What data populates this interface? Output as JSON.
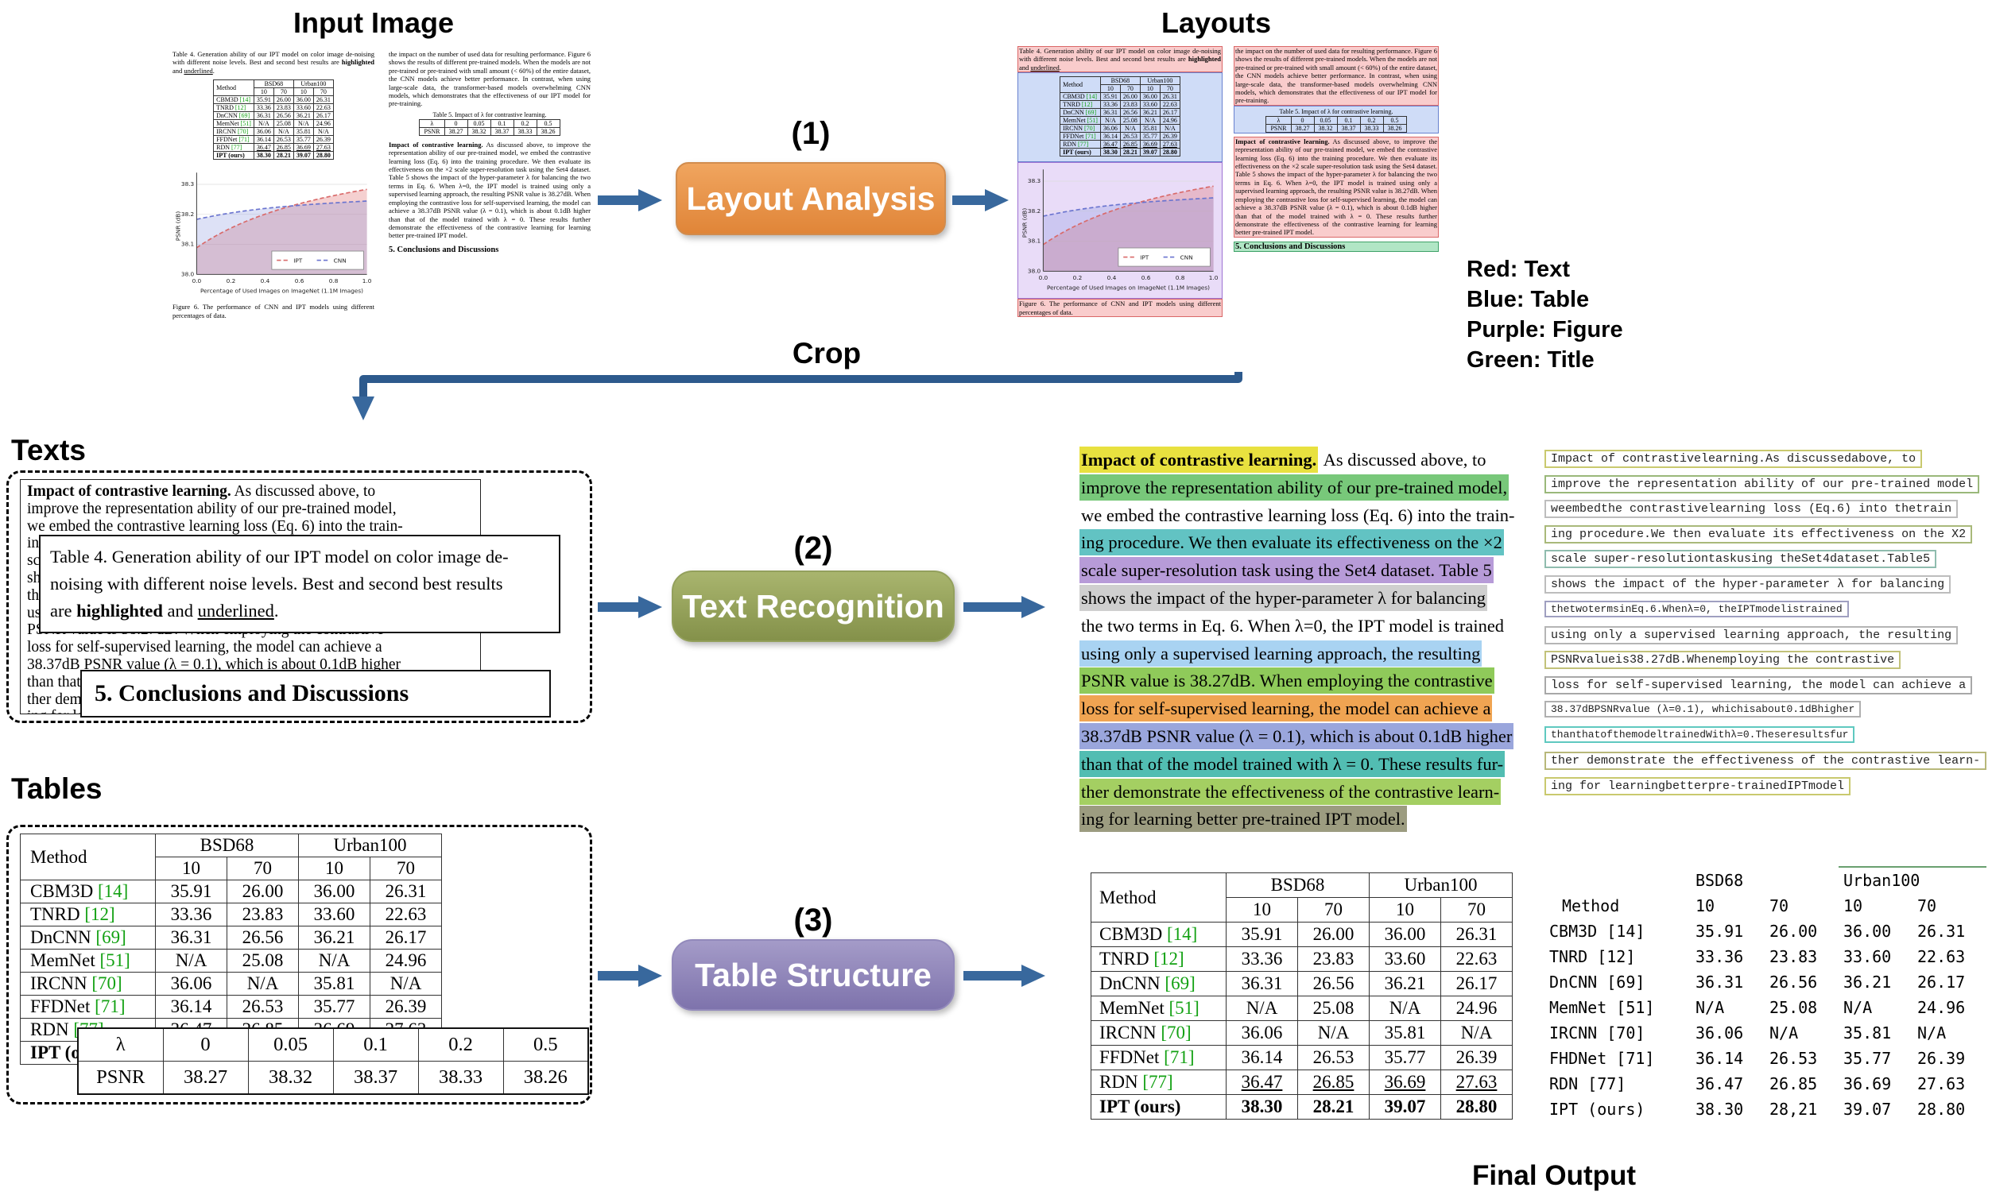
{
  "titles": {
    "input": "Input Image",
    "layouts": "Layouts",
    "texts": "Texts",
    "tables": "Tables",
    "crop": "Crop",
    "final_output": "Final Output"
  },
  "steps": {
    "s1": {
      "num": "(1)",
      "label": "Layout Analysis"
    },
    "s2": {
      "num": "(2)",
      "label": "Text Recognition"
    },
    "s3": {
      "num": "(3)",
      "label": "Table Structure"
    }
  },
  "legend": [
    "Red: Text",
    "Blue: Table",
    "Purple: Figure",
    "Green: Title"
  ],
  "colors": {
    "step1_button": "#e8923f",
    "step2_button": "#8e9c52",
    "step3_button": "#897daf",
    "arrow": "#38689d",
    "layout_text": "#e57373",
    "layout_table": "#6f92dd",
    "layout_figure": "#a77fd4",
    "layout_title": "#5cb87f",
    "ref_green": "#13a113"
  },
  "doc": {
    "cap_pre": "Table 4. Generation ability of our IPT model on color image de-noising with different noise levels.  Best and second best results are ",
    "cap_lines": {
      "l1": "Table 4. Generation ability of our IPT model on color image de-",
      "l2": "noising with different noise levels.  Best and second best results",
      "l3a": "are ",
      "l3b": "highlighted",
      "l3c": " and ",
      "l3d": "underlined",
      "l3e": "."
    },
    "t4": {
      "method_h": "Method",
      "g1": "BSD68",
      "g2": "Urban100",
      "sub": [
        "10",
        "70",
        "10",
        "70"
      ],
      "rows": [
        {
          "m": "CBM3D",
          "ref": "[14]",
          "v": [
            "35.91",
            "26.00",
            "36.00",
            "26.31"
          ],
          "cls": ""
        },
        {
          "m": "TNRD",
          "ref": "[12]",
          "v": [
            "33.36",
            "23.83",
            "33.60",
            "22.63"
          ],
          "cls": ""
        },
        {
          "m": "DnCNN",
          "ref": "[69]",
          "v": [
            "36.31",
            "26.56",
            "36.21",
            "26.17"
          ],
          "cls": ""
        },
        {
          "m": "MemNet",
          "ref": "[51]",
          "v": [
            "N/A",
            "25.08",
            "N/A",
            "24.96"
          ],
          "cls": ""
        },
        {
          "m": "IRCNN",
          "ref": "[70]",
          "v": [
            "36.06",
            "N/A",
            "35.81",
            "N/A"
          ],
          "cls": ""
        },
        {
          "m": "FFDNet",
          "ref": "[71]",
          "v": [
            "36.14",
            "26.53",
            "35.77",
            "26.39"
          ],
          "cls": ""
        },
        {
          "m": "RDN",
          "ref": "[77]",
          "v": [
            "36.47",
            "26.85",
            "36.69",
            "27.63"
          ],
          "cls": "u"
        },
        {
          "m": "IPT (ours)",
          "ref": "",
          "v": [
            "38.30",
            "28.21",
            "39.07",
            "28.80"
          ],
          "cls": "b"
        }
      ]
    },
    "t5cap": "Table 5. Impact of λ for contrastive learning.",
    "t5": {
      "r1": [
        "λ",
        "0",
        "0.05",
        "0.1",
        "0.2",
        "0.5"
      ],
      "r2": [
        "PSNR",
        "38.27",
        "38.32",
        "38.37",
        "38.33",
        "38.26"
      ]
    },
    "para_right": "the impact on the number of used data for resulting performance. Figure 6 shows the results of different pre-trained models. When the models are not pre-trained or pre-trained with small amount (< 60%) of the entire dataset, the CNN models achieve better performance. In contrast, when using large-scale data, the transformer-based models overwhelming CNN models, which demonstrates that the effectiveness of our IPT model for pre-training.",
    "impact_bold": "Impact of contrastive learning.",
    "impact_rest": " As discussed above, to improve the representation ability of our pre-trained model, we embed the contrastive learning loss (Eq. 6) into the training procedure. We then evaluate its effectiveness on the ×2 scale super-resolution task using the Set4 dataset. Table 5 shows the impact of the hyper-parameter λ for balancing the two terms in Eq. 6. When λ=0, the IPT model is trained using only a supervised learning approach, the resulting PSNR value is 38.27dB. When employing the contrastive loss for self-supervised learning, the model can achieve a 38.37dB PSNR value (λ = 0.1), which is about 0.1dB higher than that of the model trained with λ = 0. These results further demonstrate the effectiveness of the contrastive learning for learning better pre-trained IPT model.",
    "conclusions": "5. Conclusions and Discussions",
    "fig": {
      "caption": "Figure 6. The performance of CNN and IPT models using different percentages of data.",
      "ylabel": "PSNR (dB)",
      "xlabel": "Percentage of Used Images on ImageNet (1.1M Images)",
      "yticks": [
        "38.3",
        "38.2",
        "38.1",
        "38.0"
      ],
      "xticks": [
        "0.0",
        "0.2",
        "0.4",
        "0.6",
        "0.8",
        "1.0"
      ],
      "legend": [
        "IPT",
        "CNN"
      ]
    }
  },
  "rec_lines": [
    {
      "b": "Impact of contrastive learning.",
      "t": " As discussed above, to",
      "hl": "#e8e13f",
      "hl2": ""
    },
    {
      "b": "",
      "t": "improve the representation ability of our pre-trained model,",
      "hl": "",
      "hl2": "#78c87a"
    },
    {
      "b": "",
      "t": "we embed the contrastive learning loss (Eq. 6) into the train-",
      "hl": "",
      "hl2": ""
    },
    {
      "b": "",
      "t": "ing procedure. We then evaluate its effectiveness on the ×2",
      "hl": "",
      "hl2": "#62c3c3"
    },
    {
      "b": "",
      "t": "scale super-resolution task using the Set4 dataset.  Table 5",
      "hl": "",
      "hl2": "#b79bd8"
    },
    {
      "b": "",
      "t": "shows the impact of the hyper-parameter λ for balancing",
      "hl": "",
      "hl2": "#cfcfcf"
    },
    {
      "b": "",
      "t": "the two terms in Eq. 6. When λ=0, the IPT model is trained",
      "hl": "",
      "hl2": ""
    },
    {
      "b": "",
      "t": "using only a supervised learning approach, the resulting",
      "hl": "",
      "hl2": "#a9d3f2"
    },
    {
      "b": "",
      "t": "PSNR value is 38.27dB. When employing the contrastive",
      "hl": "",
      "hl2": "#8fca5a"
    },
    {
      "b": "",
      "t": "loss for self-supervised learning, the model can achieve a",
      "hl": "",
      "hl2": "#f0a452"
    },
    {
      "b": "",
      "t": "38.37dB PSNR value (λ = 0.1), which is about 0.1dB higher",
      "hl": "",
      "hl2": "#9aa6dc"
    },
    {
      "b": "",
      "t": "than that of the model trained with λ = 0. These results fur-",
      "hl": "",
      "hl2": "#52bdb2"
    },
    {
      "b": "",
      "t": "ther demonstrate the effectiveness of the contrastive learn-",
      "hl": "",
      "hl2": "#a4cf62"
    },
    {
      "b": "",
      "t": "ing for learning better pre-trained IPT model.",
      "hl": "",
      "hl2": "#9c9c80"
    }
  ],
  "ocr_lines": [
    {
      "t": "Impact of contrastivelearning.As discussedabove, to",
      "c": "#c9c96e"
    },
    {
      "t": "improve the representation ability of our pre-trained model",
      "c": "#9ab87a"
    },
    {
      "t": "weembedthe contrastivelearning loss (Eq.6) into thetrain",
      "c": "#bdbdbd"
    },
    {
      "t": "ing procedure.We then evaluate its effectiveness on the X2",
      "c": "#a9b97a"
    },
    {
      "t": "scale super-resolutiontaskusing theSet4dataset.Table5",
      "c": "#8fbcae"
    },
    {
      "t": "shows the impact of the hyper-parameter λ for balancing",
      "c": "#bdbdbd"
    },
    {
      "t": "thetwotermsinEq.6.Whenλ=0, theIPTmodelistrained",
      "c": "#9f9fc0",
      "cls": "sm"
    },
    {
      "t": "using only a supervised learning approach, the resulting",
      "c": "#b5b5b5"
    },
    {
      "t": "PSNRvalueis38.27dB.Whenemploying the contrastive",
      "c": "#c2c27a"
    },
    {
      "t": "loss for self-supervised learning,  the model can achieve a",
      "c": "#a8a8a8"
    },
    {
      "t": "38.37dBPSNRvalue (λ=0.1), whichisabout0.1dBhigher",
      "c": "#b0b0b0",
      "cls": "sm"
    },
    {
      "t": "thanthatofthemodeltrainedWithλ=0.Theseresultsfur",
      "c": "#5fc9c0",
      "cls": "sm"
    },
    {
      "t": "ther demonstrate the effectiveness of the contrastive learn-",
      "c": "#b8b87a"
    },
    {
      "t": "ing for learningbetterpre-trainedIPTmodel",
      "c": "#c9c96e"
    }
  ],
  "plain_table": {
    "method_h": "Method",
    "g1": "BSD68",
    "g2": "Urban100",
    "sub": [
      "10",
      "70",
      "10",
      "70"
    ],
    "rows": [
      {
        "m": "CBM3D [14]",
        "v": [
          "35.91",
          "26.00",
          "36.00",
          "26.31"
        ]
      },
      {
        "m": "TNRD [12]",
        "v": [
          "33.36",
          "23.83",
          "33.60",
          "22.63"
        ]
      },
      {
        "m": "DnCNN [69]",
        "v": [
          "36.31",
          "26.56",
          "36.21",
          "26.17"
        ]
      },
      {
        "m": "MemNet [51]",
        "v": [
          "N/A",
          "25.08",
          "N/A",
          "24.96"
        ]
      },
      {
        "m": "IRCNN [70]",
        "v": [
          "36.06",
          "N/A",
          "35.81",
          "N/A"
        ]
      },
      {
        "m": "FHDNet [71]",
        "v": [
          "36.14",
          "26.53",
          "35.77",
          "26.39"
        ]
      },
      {
        "m": "RDN [77]",
        "v": [
          "36.47",
          "26.85",
          "36.69",
          "27.63"
        ]
      },
      {
        "m": "IPT (ours)",
        "v": [
          "38.30",
          "28,21",
          "39.07",
          "28.80"
        ]
      }
    ]
  }
}
